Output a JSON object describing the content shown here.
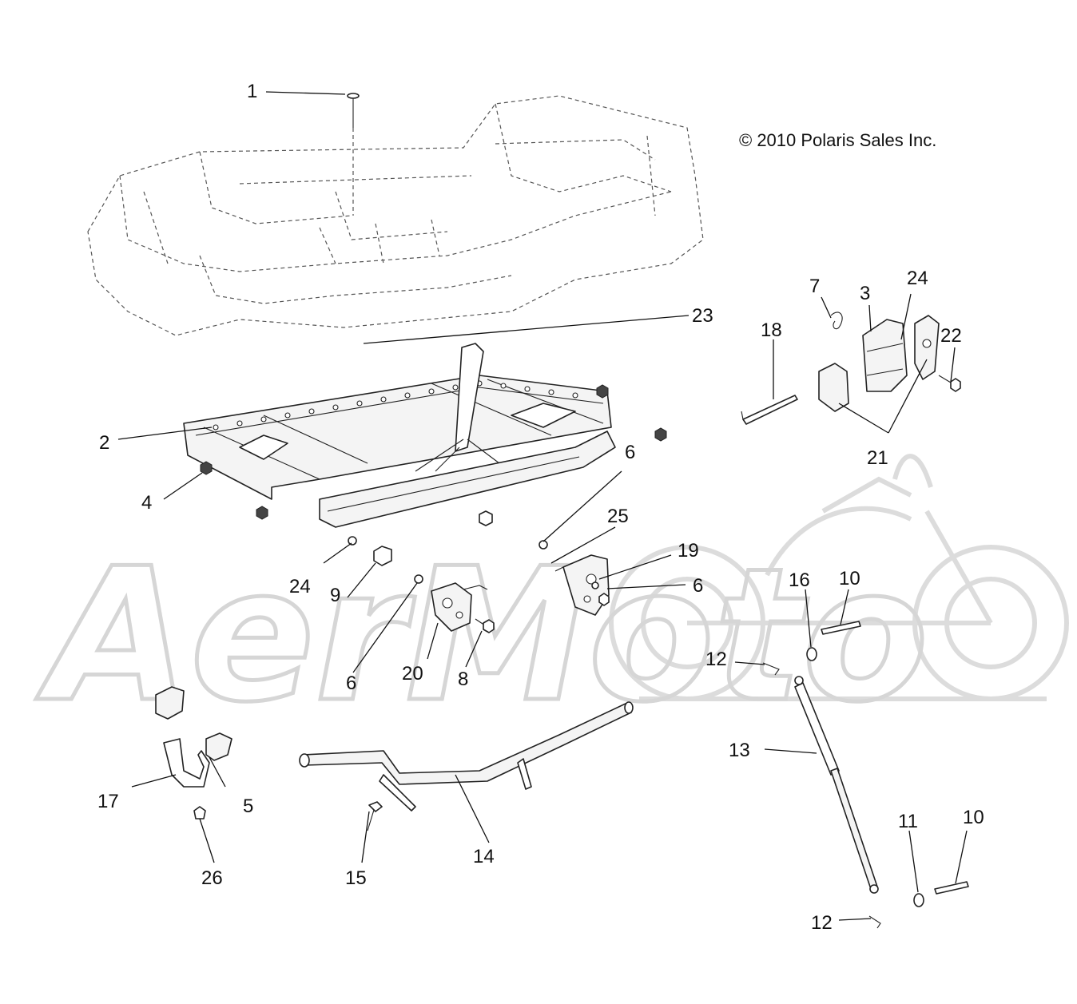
{
  "copyright": "© 2010 Polaris Sales Inc.",
  "watermark": {
    "text": "AerMoto",
    "color": "#d6d6d6"
  },
  "callouts": [
    {
      "id": "c1",
      "label": "1"
    },
    {
      "id": "c2",
      "label": "2"
    },
    {
      "id": "c3",
      "label": "3"
    },
    {
      "id": "c4",
      "label": "4"
    },
    {
      "id": "c5",
      "label": "5"
    },
    {
      "id": "c6a",
      "label": "6"
    },
    {
      "id": "c6b",
      "label": "6"
    },
    {
      "id": "c6c",
      "label": "6"
    },
    {
      "id": "c7",
      "label": "7"
    },
    {
      "id": "c8",
      "label": "8"
    },
    {
      "id": "c9",
      "label": "9"
    },
    {
      "id": "c10a",
      "label": "10"
    },
    {
      "id": "c10b",
      "label": "10"
    },
    {
      "id": "c11",
      "label": "11"
    },
    {
      "id": "c12a",
      "label": "12"
    },
    {
      "id": "c12b",
      "label": "12"
    },
    {
      "id": "c13",
      "label": "13"
    },
    {
      "id": "c14",
      "label": "14"
    },
    {
      "id": "c15",
      "label": "15"
    },
    {
      "id": "c16",
      "label": "16"
    },
    {
      "id": "c17",
      "label": "17"
    },
    {
      "id": "c18",
      "label": "18"
    },
    {
      "id": "c19",
      "label": "19"
    },
    {
      "id": "c20",
      "label": "20"
    },
    {
      "id": "c21",
      "label": "21"
    },
    {
      "id": "c22",
      "label": "22"
    },
    {
      "id": "c23",
      "label": "23"
    },
    {
      "id": "c24a",
      "label": "24"
    },
    {
      "id": "c24b",
      "label": "24"
    },
    {
      "id": "c25",
      "label": "25"
    },
    {
      "id": "c26",
      "label": "26"
    }
  ]
}
